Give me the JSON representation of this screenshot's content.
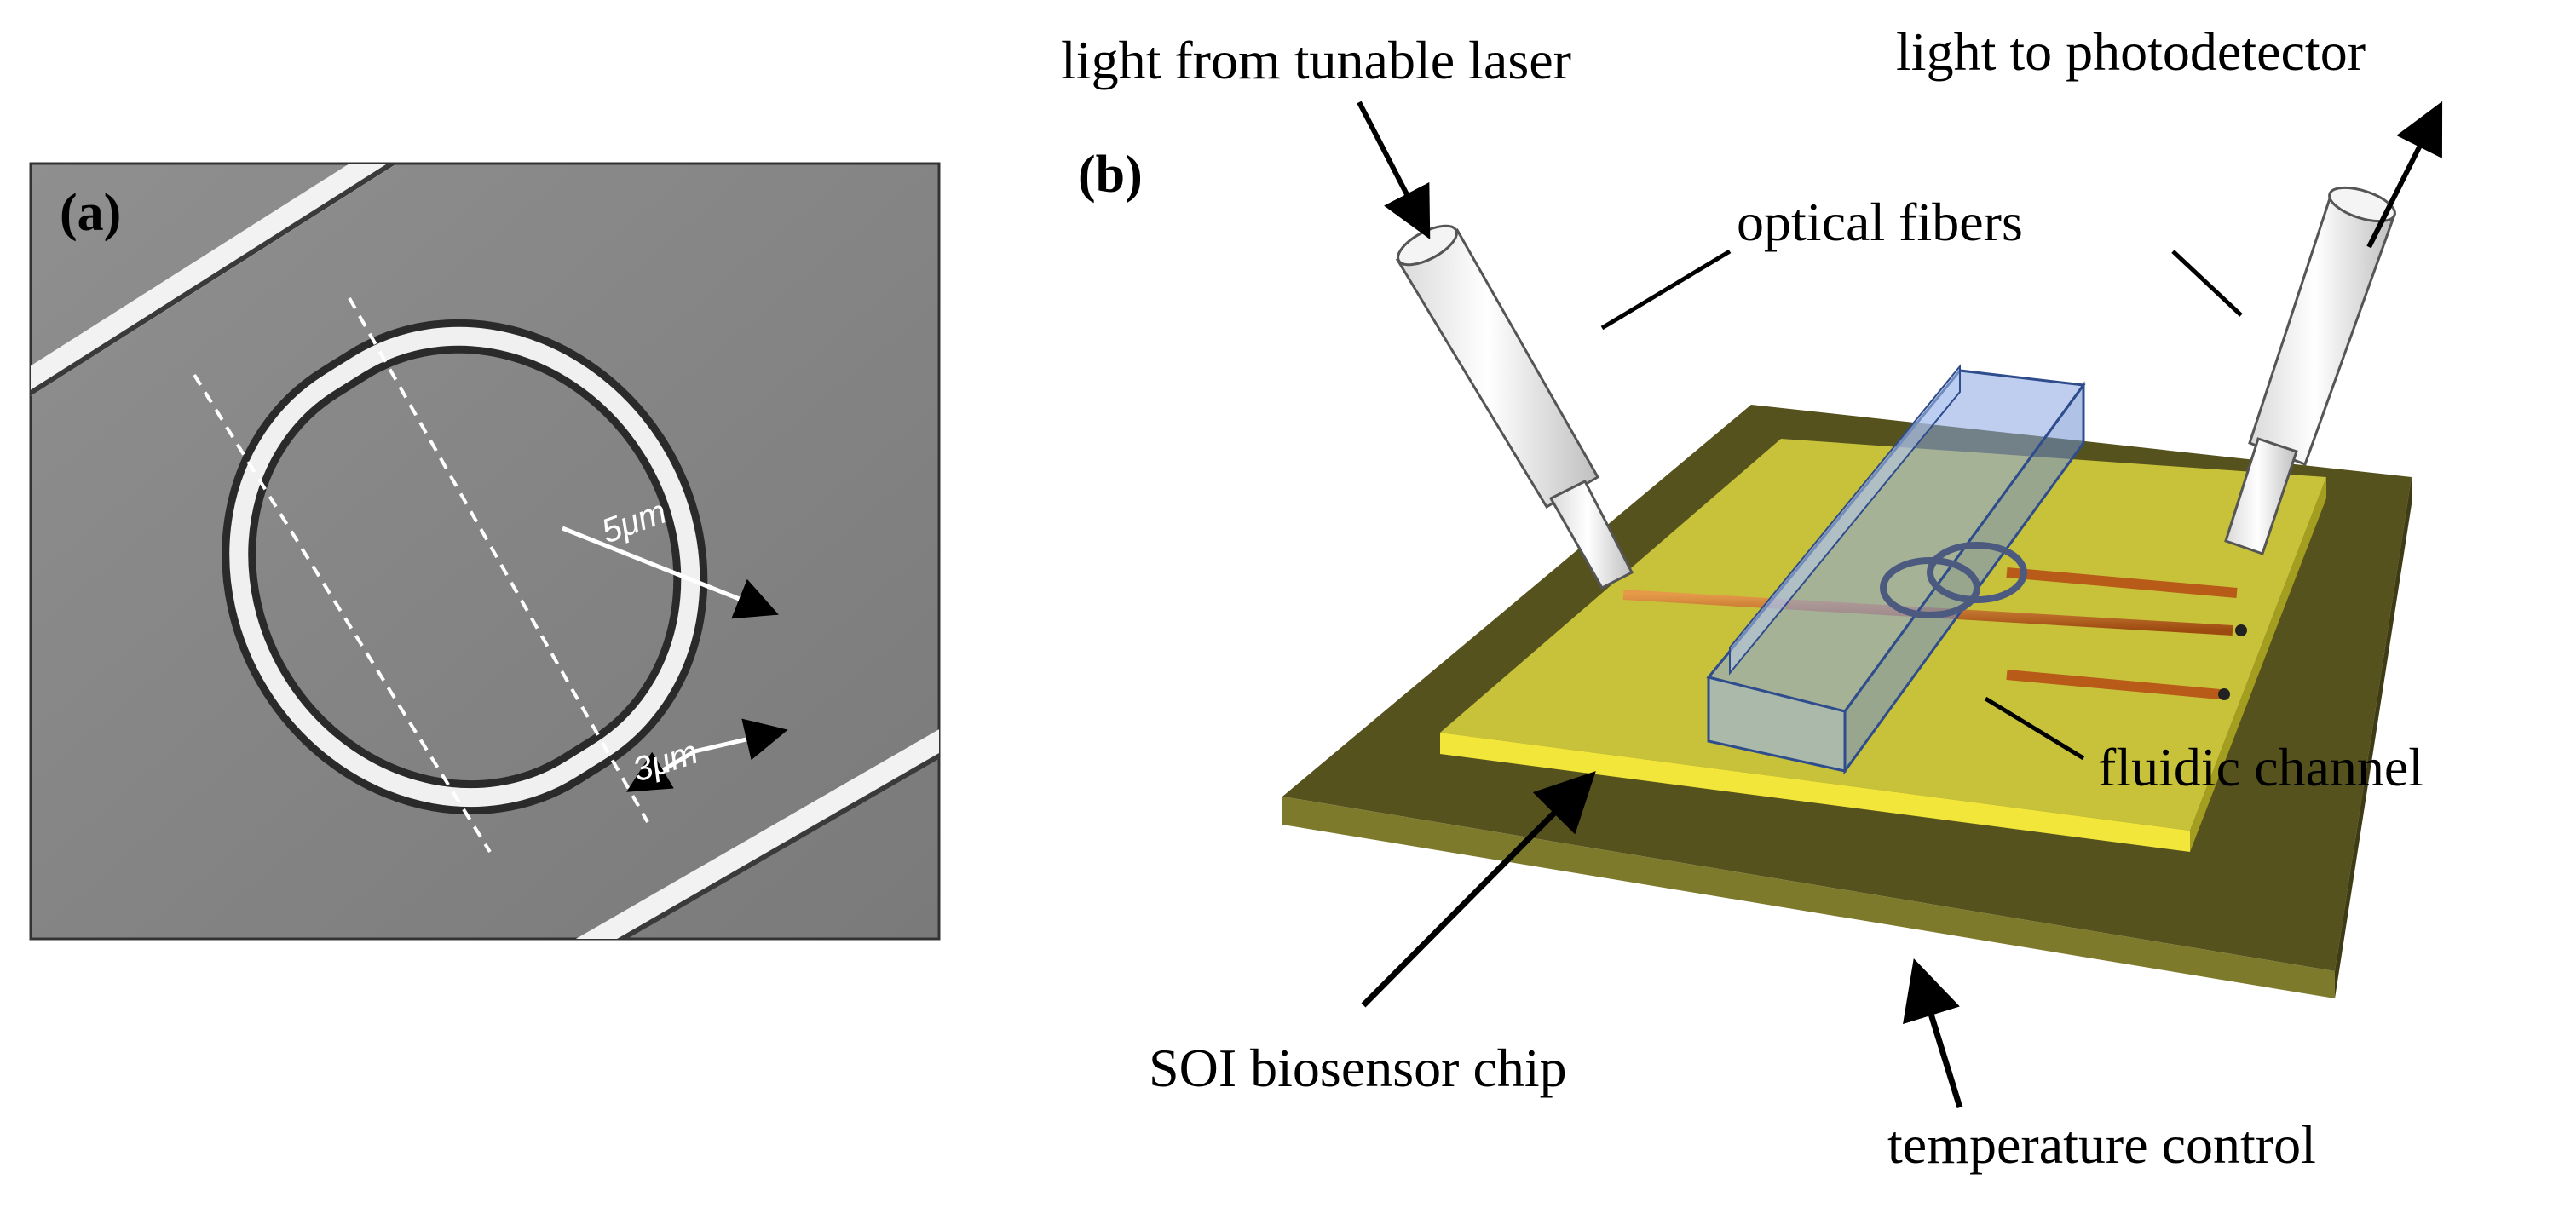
{
  "panel_a": {
    "label": "(a)",
    "measure_long": "5μm",
    "measure_short": "3μm"
  },
  "panel_b": {
    "label": "(b)",
    "laser_in": "light from tunable laser",
    "to_detector": "light to photodetector",
    "fibers": "optical fibers",
    "channel": "fluidic channel",
    "chip": "SOI biosensor chip",
    "temp": "temperature control"
  },
  "colors": {
    "sem_bg": "#8c8c8c",
    "chip_yellow": "#c8c23a",
    "chip_edge": "#f2e63a",
    "base": "#55521e",
    "base_side": "#7e7a2c",
    "channel_blue": "#8aa6e0",
    "waveguide": "#c86a1c"
  }
}
